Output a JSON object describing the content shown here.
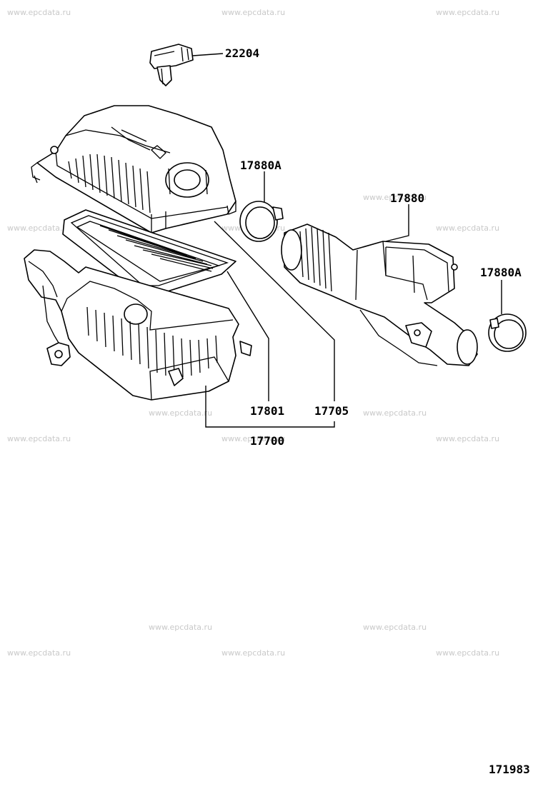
{
  "diagram": {
    "watermark_text": "www.epcdata.ru",
    "figure_number": "171983",
    "parts": {
      "sensor": "22204",
      "clamp_a1": "17880A",
      "hose": "17880",
      "clamp_a2": "17880A",
      "filter_element": "17801",
      "case_cap": "17705",
      "cleaner_assy": "17700"
    }
  }
}
